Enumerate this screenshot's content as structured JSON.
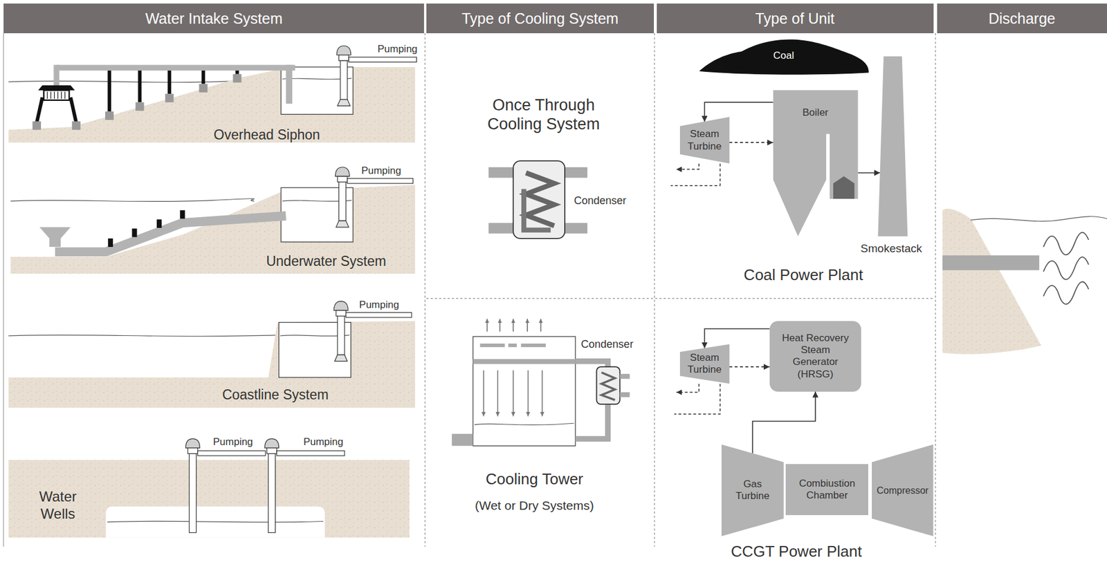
{
  "diagram": {
    "nodes": [
      {
        "text": [
          "Water Intake System"
        ]
      },
      {
        "text": [
          "Type of Cooling System"
        ]
      },
      {
        "text": [
          "Type of Unit"
        ]
      },
      {
        "text": [
          "Discharge"
        ]
      },
      {
        "text": [
          "Coal"
        ]
      },
      {
        "text": [
          "Steam Turbine"
        ]
      },
      {
        "text": [
          "Boiler"
        ]
      },
      {
        "text": [
          "Smokestack"
        ]
      },
      {
        "text": [
          "Steam Turbine"
        ]
      },
      {
        "text": [
          "Heat Recovery Steam Generator (HRSG)"
        ]
      },
      {
        "text": [
          "Gas Turbine"
        ]
      },
      {
        "text": [
          "Combiustion Chamber"
        ]
      },
      {
        "text": [
          "Compressor"
        ]
      }
    ],
    "edges": [
      {
        "from": 6,
        "to": 5,
        "arrow": "to"
      },
      {
        "from": 5,
        "to": 6,
        "arrow": "to"
      },
      {
        "from": 6,
        "to": 7,
        "arrow": "to"
      },
      {
        "from": 9,
        "to": 8,
        "arrow": "to"
      },
      {
        "from": 8,
        "to": 9,
        "arrow": "to"
      },
      {
        "from": 10,
        "to": 9,
        "arrow": "to"
      }
    ],
    "labels": [
      "Pumping",
      "Overhead Siphon",
      "Pumping",
      "Underwater System",
      "Pumping",
      "Coastline System",
      "Pumping",
      "Pumping",
      "Water Wells",
      "Once Through Cooling System",
      "Condenser",
      "Condenser",
      "Cooling Tower",
      "(Wet or Dry Systems)",
      "Coal Power Plant",
      "CCGT Power Plant"
    ]
  }
}
